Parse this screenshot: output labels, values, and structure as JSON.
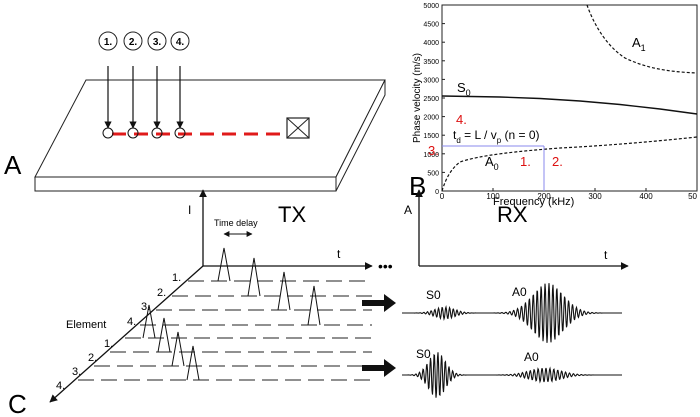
{
  "panel_a": {
    "label": "A",
    "element_numbers": [
      "1.",
      "2.",
      "3.",
      "4."
    ]
  },
  "panel_b": {
    "label": "B",
    "ylabel": "Phase velocity (m/s)",
    "xlabel": "Frequency (kHz)",
    "yticks": [
      "0",
      "500",
      "1000",
      "1500",
      "2000",
      "2500",
      "3000",
      "3500",
      "4000",
      "4500",
      "5000"
    ],
    "xticks": [
      "0",
      "100",
      "200",
      "300",
      "400",
      "50"
    ],
    "modes": {
      "s0": "S",
      "s0_sub": "0",
      "a0": "A",
      "a0_sub": "0",
      "a1": "A",
      "a1_sub": "1"
    },
    "formula": {
      "td": "t",
      "td_sub": "d",
      "mid": " = L / v",
      "vp_sub": "p",
      "tail": " (n = 0)"
    },
    "steps": [
      "1.",
      "2.",
      "3.",
      "4."
    ],
    "red_color": "#dd1111",
    "guide_color": "#8888ee"
  },
  "panel_c": {
    "label": "C",
    "tx": "TX",
    "rx": "RX",
    "tx_axis_i": "I",
    "t_label": "t",
    "rx_axis_a": "A",
    "time_delay": "Time delay",
    "element": "Element",
    "elements": [
      "1.",
      "2.",
      "3.",
      "4."
    ],
    "ellipsis": "•••",
    "signal1": {
      "s0": "S0",
      "a0": "A0"
    },
    "signal2": {
      "s0": "S0",
      "a0": "A0"
    }
  }
}
